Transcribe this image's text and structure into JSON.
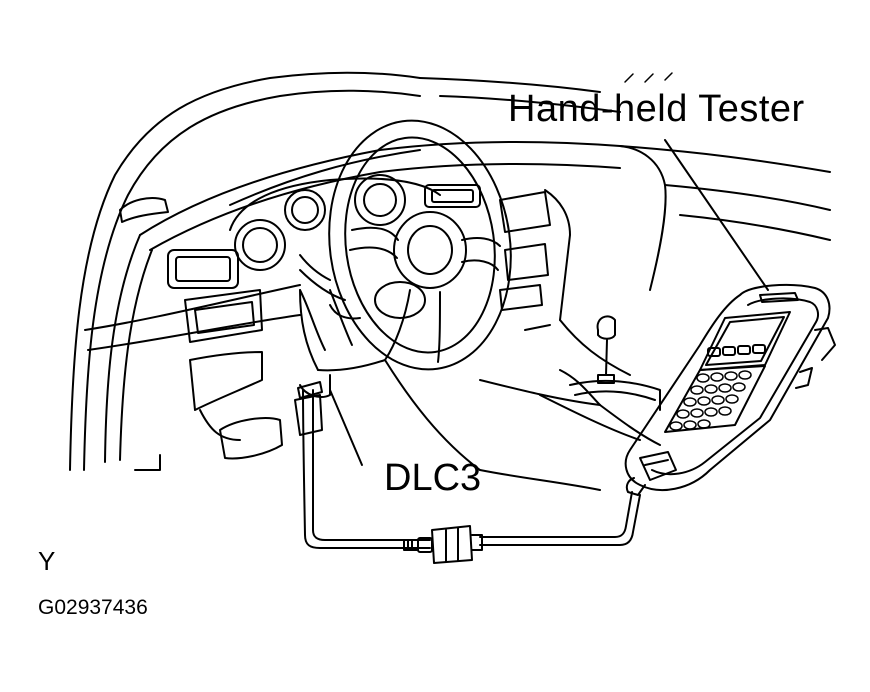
{
  "figure": {
    "labels": {
      "tester": "Hand-held  Tester",
      "connector": "DLC3",
      "corner_mark": "Y",
      "figure_code": "G02937436"
    }
  }
}
